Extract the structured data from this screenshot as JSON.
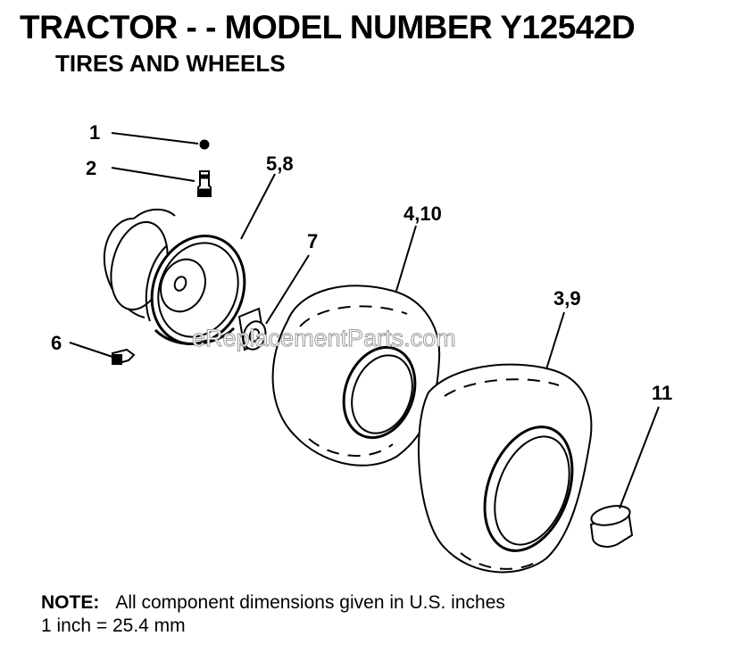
{
  "header": {
    "title": "TRACTOR - - MODEL NUMBER Y12542D",
    "subtitle": "TIRES AND WHEELS"
  },
  "callouts": [
    "1",
    "2",
    "5,8",
    "7",
    "4,10",
    "3,9",
    "6",
    "11"
  ],
  "watermark": "eReplacementParts.com",
  "note": {
    "label": "NOTE:",
    "text": "All component dimensions given in U.S. inches",
    "conversion": "1 inch = 25.4 mm"
  }
}
